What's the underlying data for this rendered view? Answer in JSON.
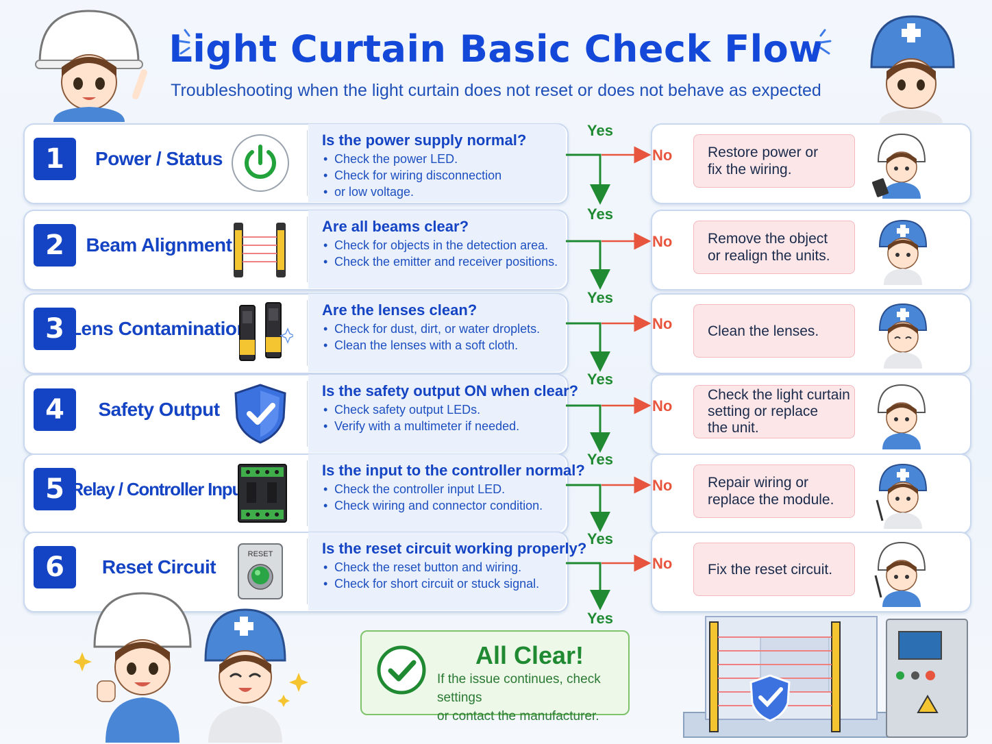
{
  "header": {
    "title": "Light Curtain Basic Check Flow",
    "subtitle": "Troubleshooting when the light curtain does not reset or does not behave as expected"
  },
  "flow_labels": {
    "yes": "Yes",
    "no": "No"
  },
  "steps": [
    {
      "number": "1",
      "label": "Power / Status",
      "icon": "power-icon",
      "question": "Is the power supply normal?",
      "checks": [
        "Check the power LED.",
        "Check for wiring disconnection",
        "or low voltage."
      ],
      "action": [
        "Restore power or",
        "fix the wiring."
      ]
    },
    {
      "number": "2",
      "label": "Beam Alignment",
      "icon": "light-curtain-beams-icon",
      "question": "Are all beams clear?",
      "checks": [
        "Check for objects in the detection area.",
        "Check the emitter and receiver positions."
      ],
      "action": [
        "Remove the object",
        "or realign the units."
      ]
    },
    {
      "number": "3",
      "label": "Lens Contamination",
      "icon": "sensor-lens-icon",
      "question": "Are the lenses clean?",
      "checks": [
        "Check for dust, dirt, or water droplets.",
        "Clean the lenses with a soft cloth."
      ],
      "action": [
        "Clean the lenses."
      ]
    },
    {
      "number": "4",
      "label": "Safety Output",
      "icon": "shield-check-icon",
      "question": "Is the safety output ON when clear?",
      "checks": [
        "Check safety output LEDs.",
        "Verify with a multimeter if needed."
      ],
      "action": [
        "Check the light curtain",
        "setting or replace",
        "the unit."
      ]
    },
    {
      "number": "5",
      "label": "Relay / Controller Input",
      "icon": "relay-module-icon",
      "question": "Is the input to the controller normal?",
      "checks": [
        "Check the controller input LED.",
        "Check wiring and connector condition."
      ],
      "action": [
        "Repair wiring or",
        "replace the module."
      ]
    },
    {
      "number": "6",
      "label": "Reset Circuit",
      "icon": "reset-button-icon",
      "question": "Is the reset circuit working properly?",
      "checks": [
        "Check the reset button and wiring.",
        "Check for short circuit or stuck signal."
      ],
      "action": [
        "Fix the reset circuit."
      ]
    }
  ],
  "result": {
    "title": "All Clear!",
    "lines": [
      "If the issue continues, check settings",
      "or contact the manufacturer."
    ]
  },
  "reset_button_text": "RESET",
  "colors": {
    "accent_blue": "#1444c4",
    "yes_green": "#1f8a32",
    "no_red": "#e8553f",
    "action_pink": "#fde6e8"
  }
}
